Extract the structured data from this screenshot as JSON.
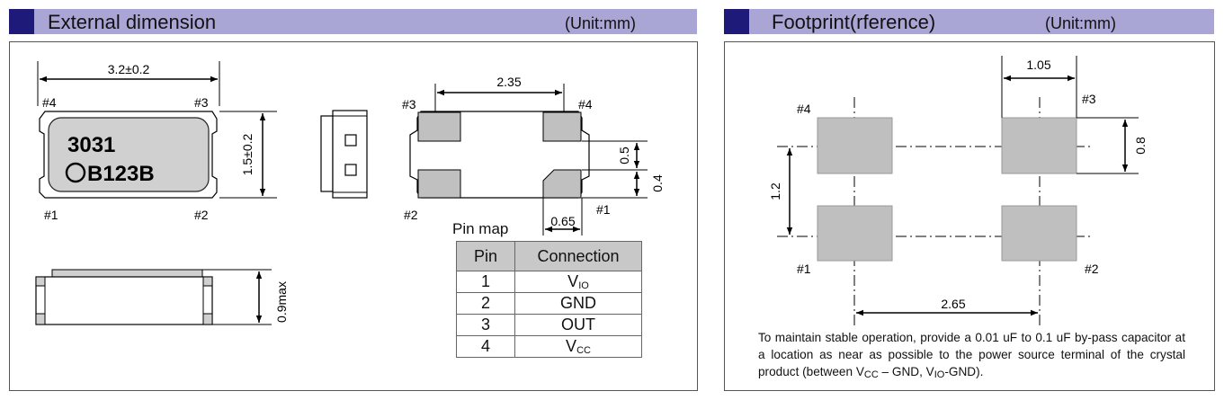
{
  "left_panel": {
    "title": "External dimension",
    "unit": "(Unit:mm)",
    "top_view": {
      "width_dim": "3.2±0.2",
      "height_dim": "1.5±0.2",
      "marking_line1": "3031",
      "marking_line2": "B123B",
      "pin_labels": {
        "p4": "#4",
        "p3": "#3",
        "p1": "#1",
        "p2": "#2"
      }
    },
    "side_view": {
      "height_dim": "0.9max"
    },
    "bottom_view": {
      "pitch_dim": "2.35",
      "pad_height_dim": "0.5",
      "gap_dim": "0.4",
      "pad_width_dim": "0.65",
      "pin_labels": {
        "p3": "#3",
        "p4": "#4",
        "p2": "#2",
        "p1": "#1"
      }
    },
    "pin_map": {
      "title": "Pin map",
      "headers": [
        "Pin",
        "Connection"
      ],
      "rows": [
        {
          "pin": "1",
          "conn_main": "V",
          "conn_sub": "IO"
        },
        {
          "pin": "2",
          "conn_main": "GND",
          "conn_sub": ""
        },
        {
          "pin": "3",
          "conn_main": "OUT",
          "conn_sub": ""
        },
        {
          "pin": "4",
          "conn_main": "V",
          "conn_sub": "CC"
        }
      ]
    }
  },
  "right_panel": {
    "title": "Footprint(rference)",
    "unit": "(Unit:mm)",
    "dims": {
      "pad_width": "1.05",
      "pad_height": "0.8",
      "row_pitch": "1.2",
      "col_pitch": "2.65"
    },
    "pin_labels": {
      "p4": "#4",
      "p3": "#3",
      "p1": "#1",
      "p2": "#2"
    },
    "note": {
      "part1": "To maintain stable operation, provide a 0.01 uF to 0.1 uF by-pass capacitor at a location as near as possible to the power source terminal of the crystal product (between V",
      "sub1": "CC",
      "part2": " – GND, V",
      "sub2": "IO",
      "part3": "-GND)."
    }
  },
  "colors": {
    "header_bg": "#a9a6d6",
    "header_square": "#1d1a7a",
    "pad_gray": "#bfbfbf",
    "table_header": "#c8c8c8"
  }
}
